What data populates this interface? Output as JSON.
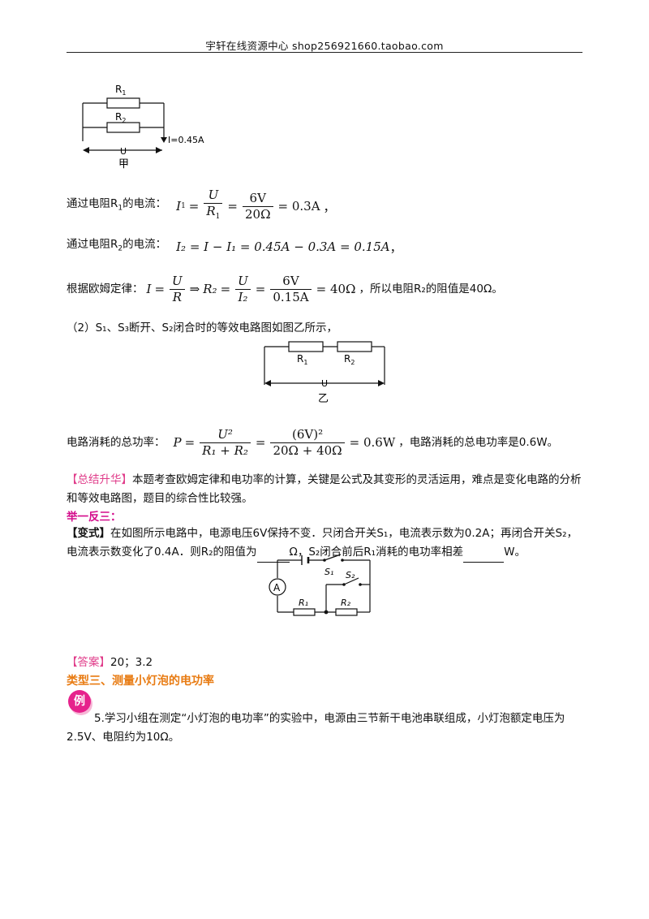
{
  "header": {
    "text": "宇轩在线资源中心   shop256921660.taobao.com"
  },
  "fig_jia": {
    "r1": "R",
    "r1_sub": "1",
    "r2": "R",
    "r2_sub": "2",
    "current": "I=0.45A",
    "voltage": "U",
    "caption": "甲"
  },
  "line1": {
    "label": "通过电阻R",
    "label_sub": "1",
    "label_tail": "的电流：",
    "lhs": "I",
    "lhs_sub": "1",
    "eq": "=",
    "n1": "U",
    "d1": "R",
    "d1_sub": "1",
    "n2": "6V",
    "d2": "20Ω",
    "result": "= 0.3A",
    "tail": "，"
  },
  "line2": {
    "label": "通过电阻R",
    "label_sub": "2",
    "label_tail": "的电流：",
    "expr": "I₂ = I − I₁ = 0.45A − 0.3A = 0.15A",
    "tail": "，"
  },
  "line3": {
    "label": "根据欧姆定律：",
    "lhs": "I",
    "n1": "U",
    "d1": "R",
    "arrow": "⇒",
    "r2": "R₂",
    "n2": "U",
    "d2": "I₂",
    "n3": "6V",
    "d3": "0.15A",
    "result": "= 40Ω",
    "tail": "，所以电阻R₂的阻值是40Ω。"
  },
  "line4": {
    "text": "（2）S₁、S₃断开、S₂闭合时的等效电路图如图乙所示，"
  },
  "fig_yi": {
    "r1": "R",
    "r1_sub": "1",
    "r2": "R",
    "r2_sub": "2",
    "voltage": "U",
    "caption": "乙"
  },
  "line5": {
    "label": "电路消耗的总功率：",
    "lhs": "P",
    "n1": "U²",
    "d1": "R₁ + R₂",
    "n2": "(6V)²",
    "d2": "20Ω + 40Ω",
    "result": "= 0.6W",
    "tail": "，电路消耗的总电功率是0.6W。"
  },
  "summary": {
    "tag": "【总结升华】",
    "text": "本题考查欧姆定律和电功率的计算，关键是公式及其变形的灵活运用，难点是变化电路的分析和等效电路图，题目的综合性比较强。"
  },
  "jyfs": {
    "title": "举一反三："
  },
  "variant": {
    "tag": "【变式】",
    "text1": "在如图所示电路中，电源电压6V保持不变．只闭合开关S₁，电流表示数为0.2A；再闭合开关S₂，电流表示数变化了0.4A．则R₂的阻值为",
    "text2": "Ω，S₂闭合前后R₁消耗的电功率相差",
    "text3": "W。"
  },
  "fig_var": {
    "ammeter": "A",
    "s1": "S₁",
    "s2": "S₂",
    "r1": "R₁",
    "r2": "R₂"
  },
  "answer": {
    "tag": "【答案】",
    "text": "20；3.2"
  },
  "type3": {
    "title": "类型三、测量小灯泡的电功率"
  },
  "example": {
    "badge": "例",
    "text": "5.学习小组在测定“小灯泡的电功率”的实验中，电源由三节新干电池串联组成，小灯泡额定电压为2.5V、电阻约为10Ω。"
  }
}
